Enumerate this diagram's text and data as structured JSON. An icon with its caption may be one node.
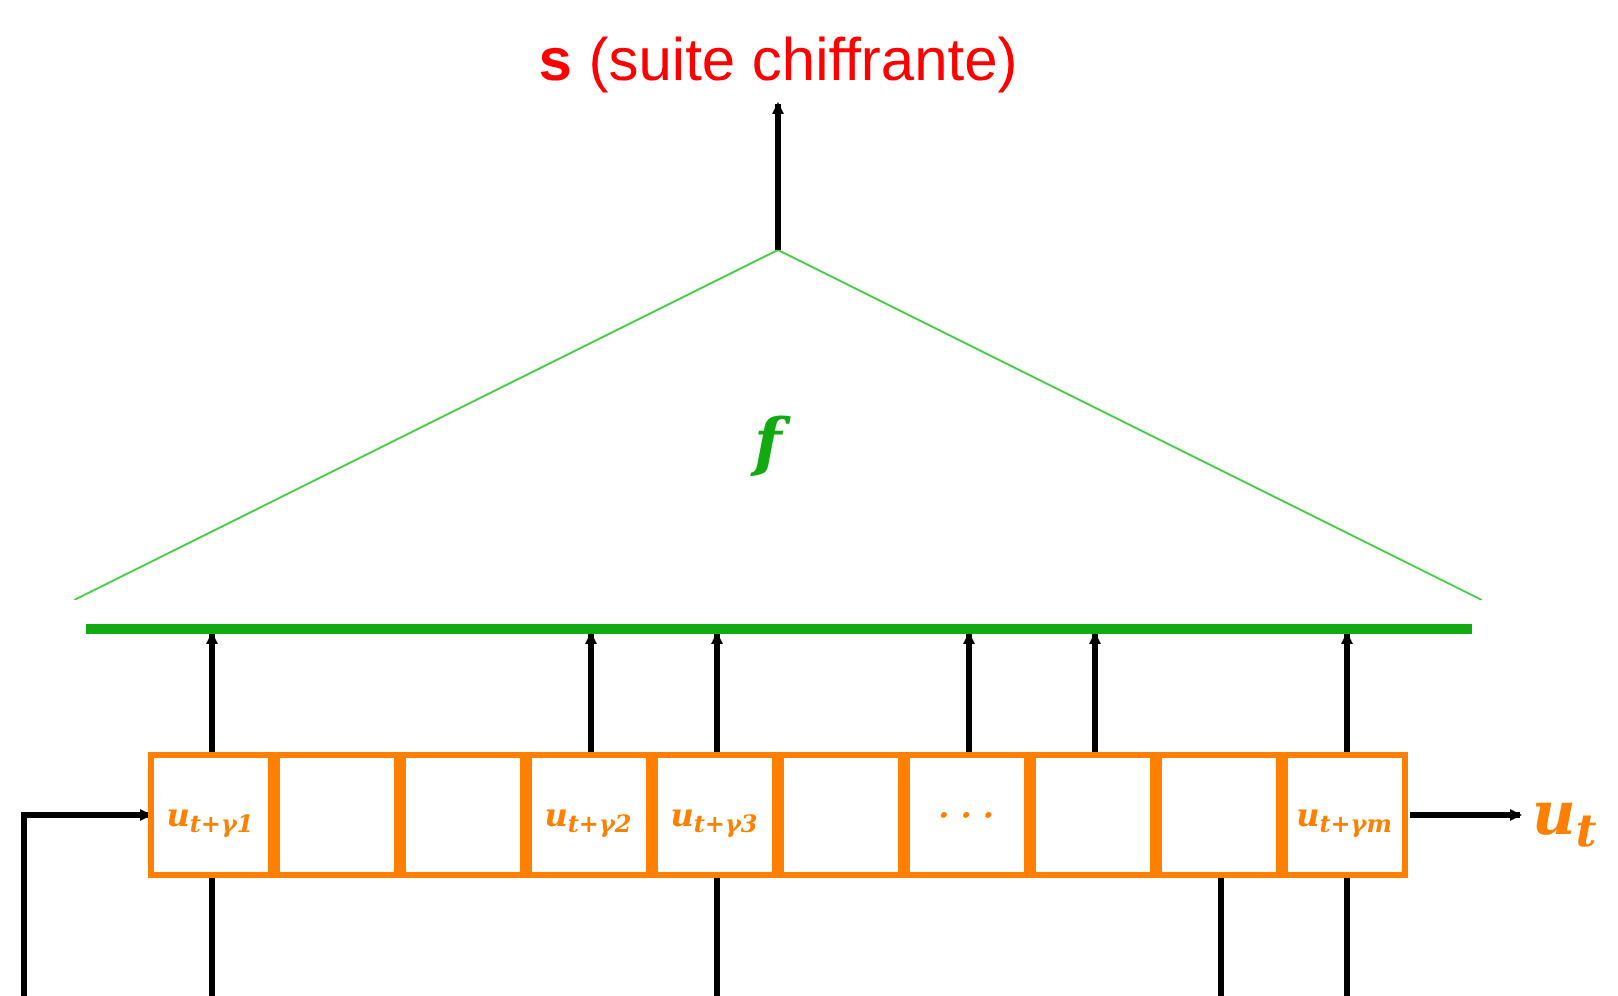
{
  "diagram": {
    "nodes": [
      {
        "text": [
          "**s** (suite chiffrante)"
        ]
      },
      {
        "text": [
          "f"
        ]
      },
      {
        "text": [],
        "shape": "bar"
      },
      {
        "text": [
          "u$_{t+γ1}$"
        ]
      },
      {
        "text": [],
        "shape": "box"
      },
      {
        "text": [],
        "shape": "box"
      },
      {
        "text": [
          "u$_{t+γ2}$"
        ]
      },
      {
        "text": [
          "u$_{t+γ3}$"
        ]
      },
      {
        "text": [],
        "shape": "box"
      },
      {
        "text": [
          "· · ·"
        ]
      },
      {
        "text": [],
        "shape": "box"
      },
      {
        "text": [],
        "shape": "box"
      },
      {
        "text": [
          "u$_{t+γm}$"
        ]
      },
      {
        "text": [
          "u$_{t}$"
        ]
      }
    ],
    "edges": [
      {
        "from": 1,
        "to": 0,
        "arrow": "to"
      },
      {
        "from": 3,
        "to": 2,
        "arrow": "to"
      },
      {
        "from": 6,
        "to": 2,
        "arrow": "to"
      },
      {
        "from": 7,
        "to": 2,
        "arrow": "to"
      },
      {
        "from": 9,
        "to": 2,
        "arrow": "to"
      },
      {
        "from": 10,
        "to": 2,
        "arrow": "to"
      },
      {
        "from": 12,
        "to": 2,
        "arrow": "to"
      },
      {
        "from": 12,
        "to": 13,
        "arrow": "to"
      },
      {
        "from": null,
        "to": 3,
        "arrow": "to"
      },
      {
        "from": 3,
        "to": null,
        "arrow": "none"
      },
      {
        "from": 7,
        "to": null,
        "arrow": "none"
      },
      {
        "from": 11,
        "to": null,
        "arrow": "none"
      },
      {
        "from": 12,
        "to": null,
        "arrow": "none"
      }
    ]
  }
}
